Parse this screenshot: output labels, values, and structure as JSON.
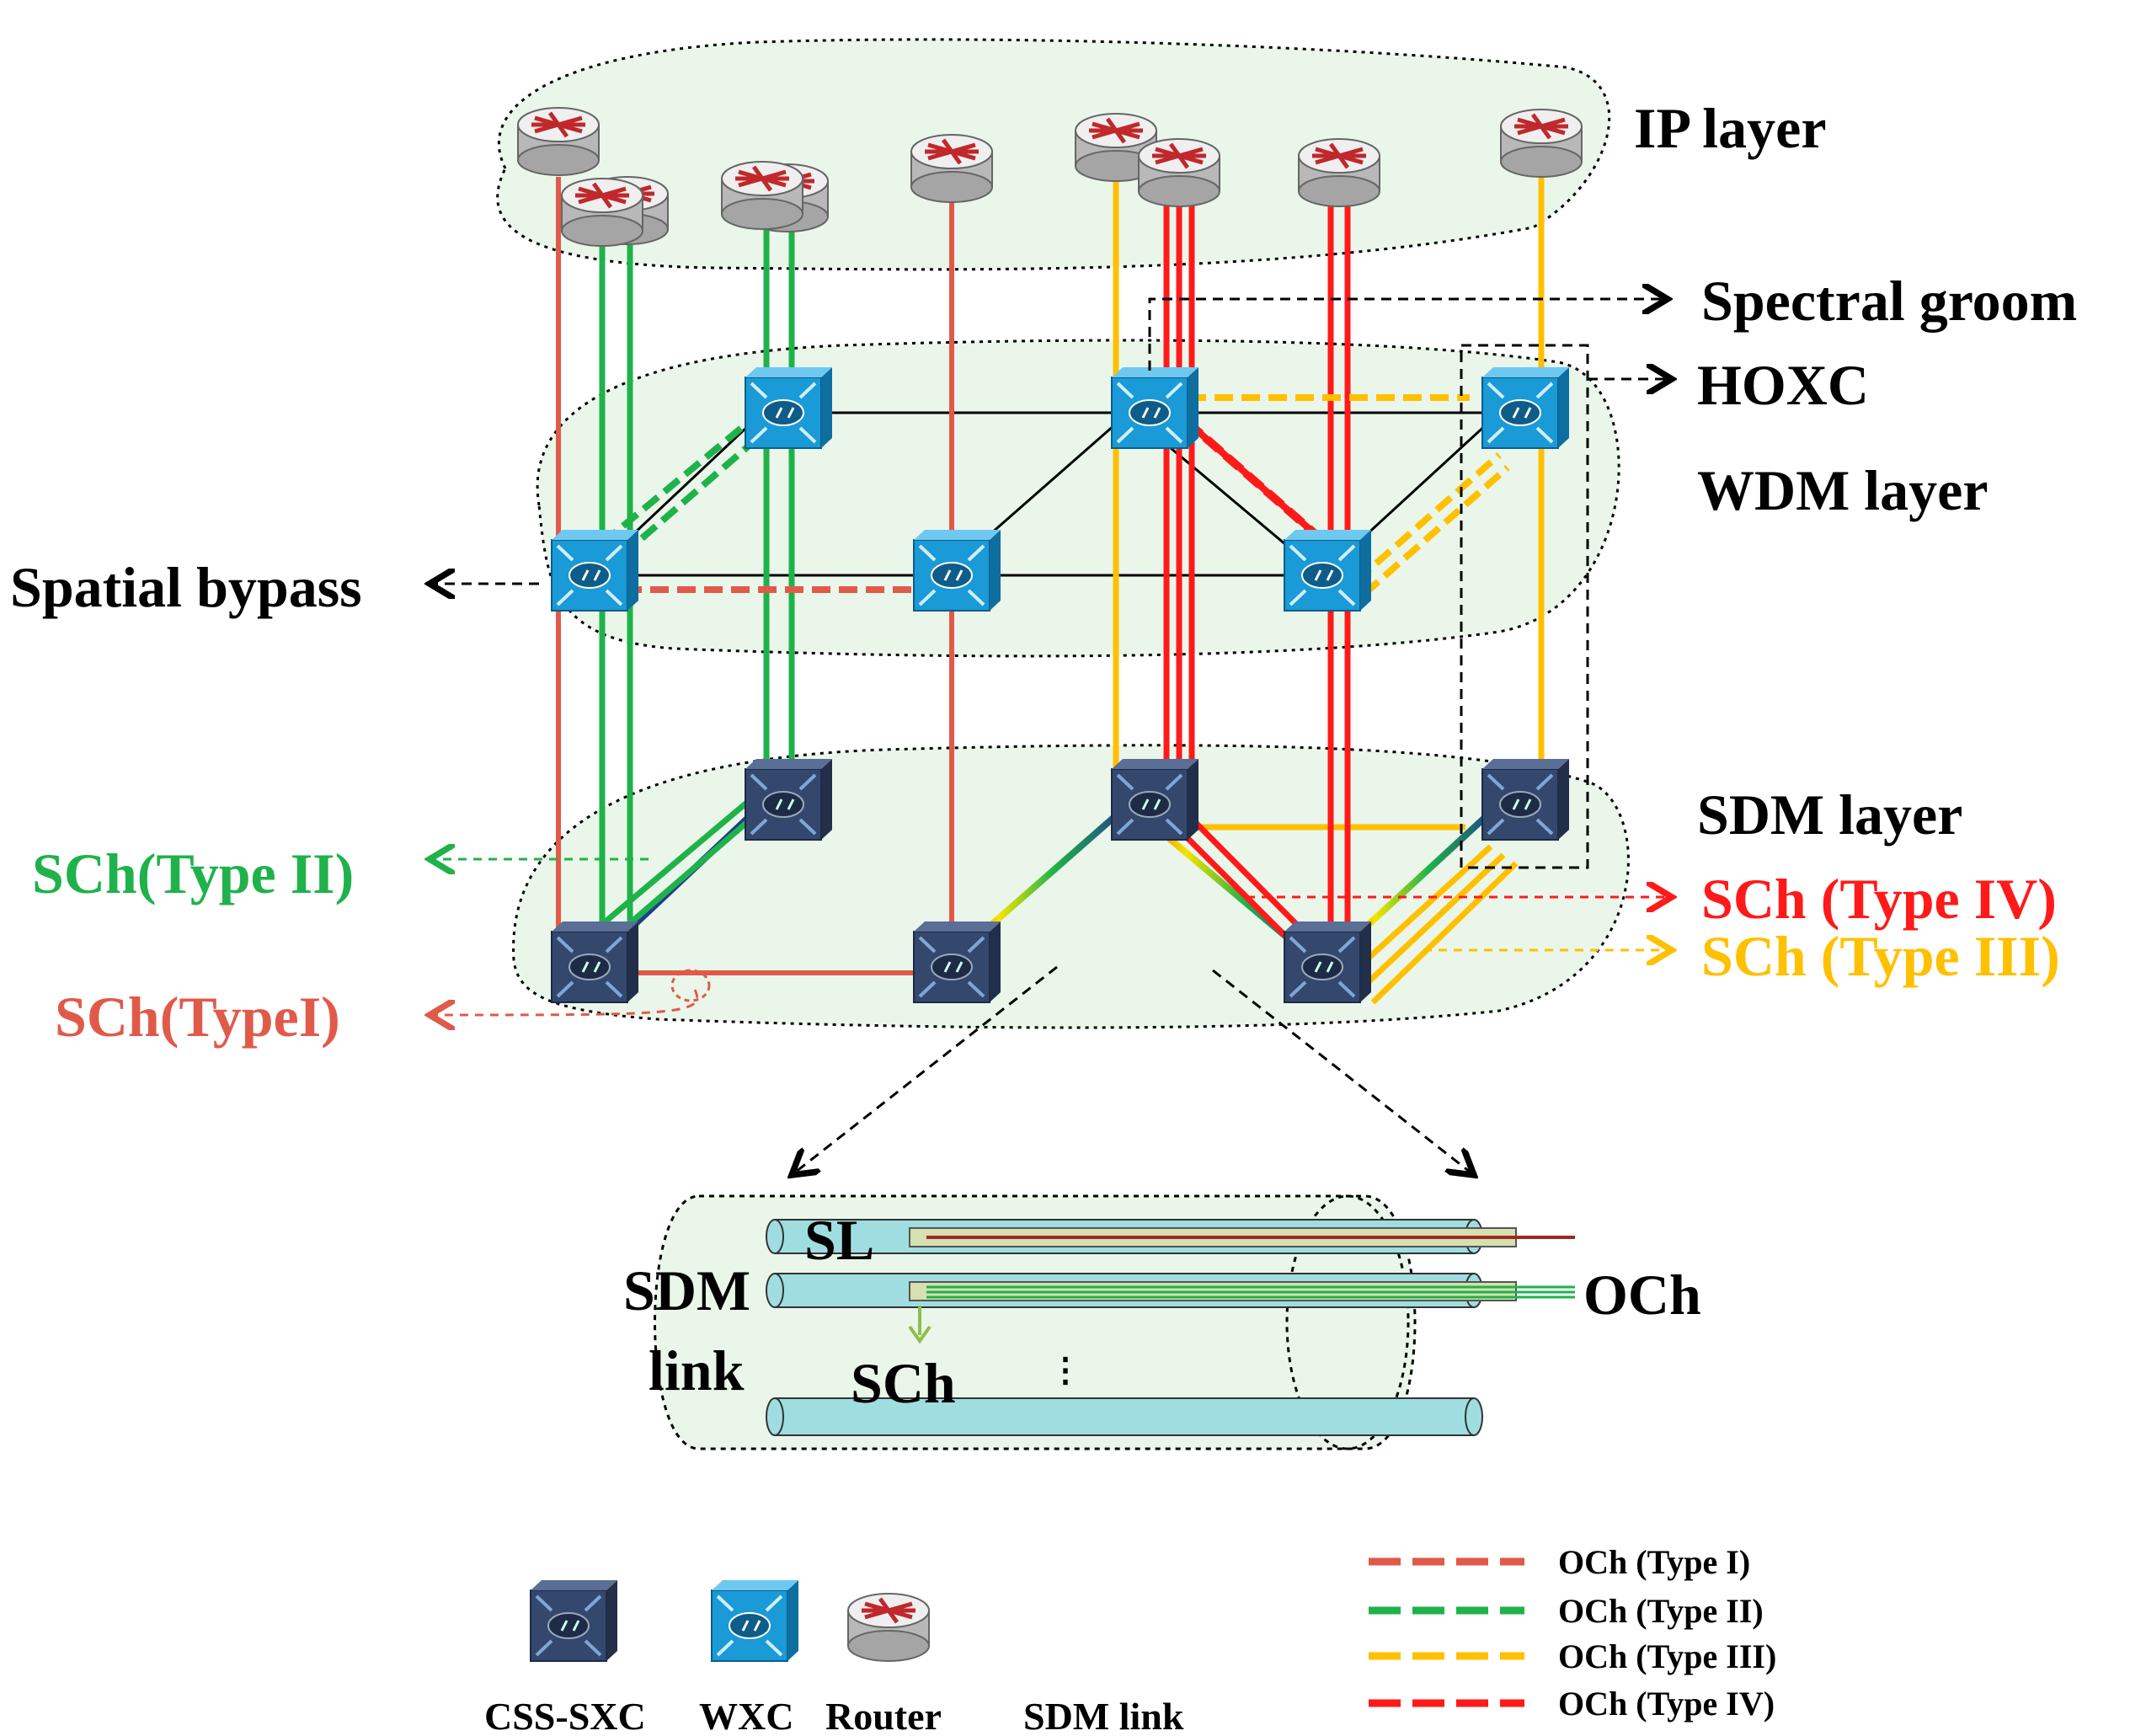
{
  "layers": {
    "ip": "IP layer",
    "wdm": "WDM layer",
    "sdm": "SDM layer"
  },
  "callouts": {
    "spectral_groom": "Spectral groom",
    "hoxc": "HOXC",
    "spatial_bypass": "Spatial bypass",
    "sch_type2": "SCh(Type II)",
    "sch_type1": "SCh(TypeI)",
    "sch_type4": "SCh (Type IV)",
    "sch_type3": "SCh (Type III)"
  },
  "inset": {
    "sl": "SL",
    "sdm": "SDM",
    "link": "link",
    "sch": "SCh",
    "och": "OCh",
    "ellipsis": "⋮"
  },
  "legend_devices": [
    {
      "label": "CSS-SXC",
      "icon": "css-sxc-icon"
    },
    {
      "label": "WXC",
      "icon": "wxc-icon"
    },
    {
      "label": "Router",
      "icon": "router-icon"
    },
    {
      "label": "SDM link",
      "icon": "sdm-link-icon"
    }
  ],
  "legend_lines": [
    {
      "label": "OCh (Type I)",
      "color": "#e05a4a"
    },
    {
      "label": "OCh (Type II)",
      "color": "#1fb24a"
    },
    {
      "label": "OCh (Type III)",
      "color": "#ffc000"
    },
    {
      "label": "OCh (Type IV)",
      "color": "#ff1a1a"
    }
  ],
  "colors": {
    "type1": "#e05a4a",
    "type2": "#1fb24a",
    "type3": "#ffc000",
    "type4": "#ff1a1a",
    "layer_fill": "#eaf6ea",
    "wxc": "#1a9ad6",
    "sxc": "#34486e"
  }
}
